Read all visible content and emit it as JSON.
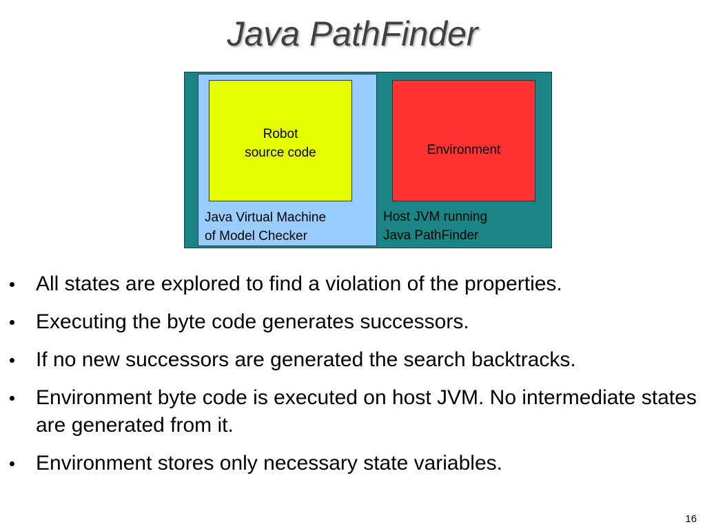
{
  "slide": {
    "title": "Java PathFinder",
    "page_number": "16"
  },
  "diagram": {
    "host_jvm": {
      "label": "Host JVM running\nJava PathFinder",
      "color": "#1b8585"
    },
    "model_checker_jvm": {
      "label": "Java Virtual Machine\nof Model Checker",
      "color": "#99ccff"
    },
    "robot_source_code": {
      "label": "Robot\nsource code",
      "color": "#e6ff00"
    },
    "environment": {
      "label": "Environment",
      "color": "#ff3333"
    }
  },
  "bullets": [
    "All states are explored to find a violation of the properties.",
    "Executing the byte code generates successors.",
    "If no new successors are generated the search backtracks.",
    "Environment byte code is executed on host JVM. No intermediate states are generated from it.",
    "Environment stores only necessary state variables."
  ]
}
